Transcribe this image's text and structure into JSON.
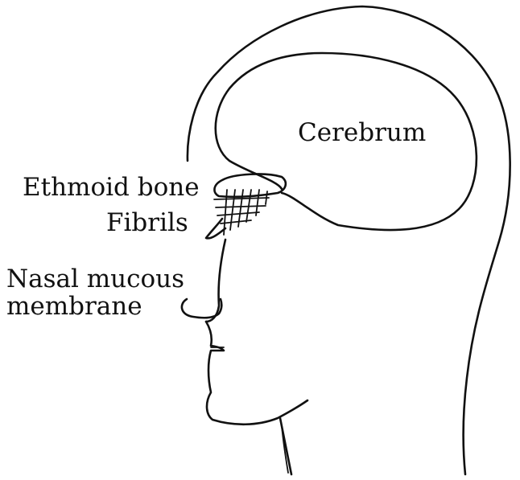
{
  "labels": {
    "cerebrum": "Cerebrum",
    "ethmoid_bone": "Ethmoid bone",
    "fibrils": "Fibrils",
    "nasal_line1": "Nasal mucous",
    "nasal_line2": "membrane"
  }
}
